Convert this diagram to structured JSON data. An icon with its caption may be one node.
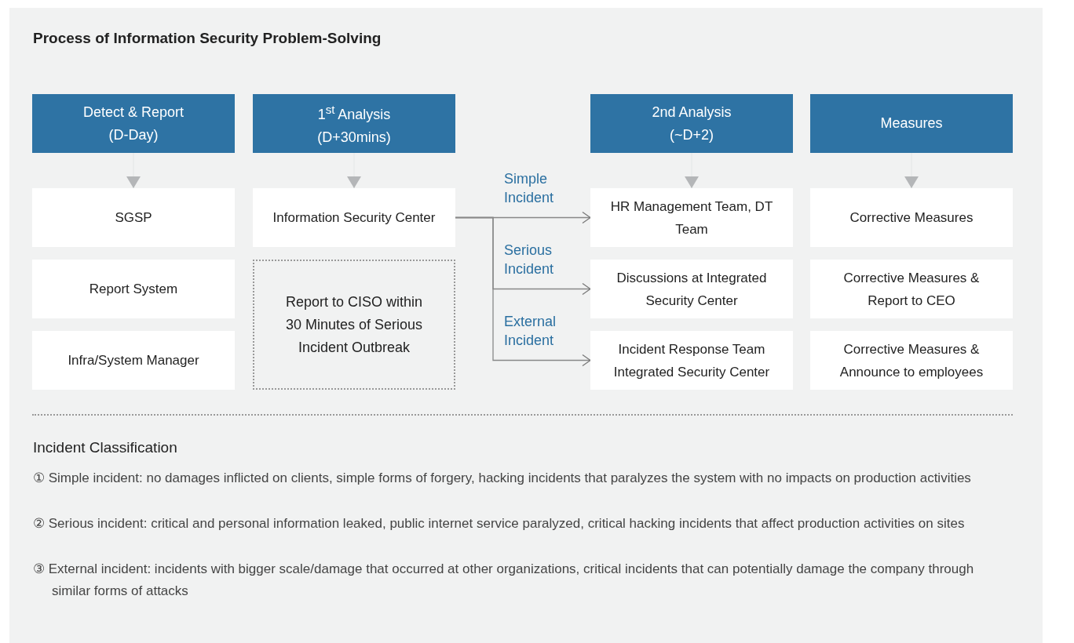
{
  "diagram": {
    "title": "Process of Information Security Problem-Solving",
    "nodes": [
      {
        "text": [
          "Detect & Report (D-Day)"
        ]
      },
      {
        "text": [
          "1$^{st}$ Analysis (D+30mins)"
        ]
      },
      {
        "text": [
          "2nd Analysis (~D+2)"
        ]
      },
      {
        "text": [
          "Measures"
        ]
      },
      {
        "text": [
          "SGSP"
        ]
      },
      {
        "text": [
          "Information Security Center"
        ]
      },
      {
        "text": [
          "HR Management Team, DT Team"
        ]
      },
      {
        "text": [
          "Corrective Measures"
        ]
      },
      {
        "text": [
          "Report System"
        ]
      },
      {
        "text": [
          "Report to CISO within 30 Minutes of Serious Incident Outbreak"
        ]
      },
      {
        "text": [
          "Discussions at Integrated Security Center"
        ]
      },
      {
        "text": [
          "Corrective Measures & Report to CEO"
        ]
      },
      {
        "text": [
          "Infra/System Manager"
        ]
      },
      {
        "text": [
          "Incident Response Team Integrated Security Center"
        ]
      },
      {
        "text": [
          "Corrective Measures & Announce to employees"
        ]
      }
    ],
    "edges": [
      {
        "from": 0,
        "to": 4,
        "arrow": "to"
      },
      {
        "from": 1,
        "to": 5,
        "arrow": "to"
      },
      {
        "from": 2,
        "to": 6,
        "arrow": "to"
      },
      {
        "from": 3,
        "to": 7,
        "arrow": "to"
      },
      {
        "from": 5,
        "to": 6,
        "arrow": "to",
        "label": "Simple Incident"
      },
      {
        "from": 5,
        "to": 10,
        "arrow": "to",
        "label": "Serious Incident"
      },
      {
        "from": 5,
        "to": 13,
        "arrow": "to",
        "label": "External Incident"
      }
    ],
    "labels": [
      "Incident Classification",
      "① Simple incident: no damages inflicted on clients, simple forms of forgery, hacking incidents that paralyzes the system with no impacts on production activities",
      "② Serious incident: critical and personal information leaked, public internet service paralyzed, critical hacking incidents that affect production activities on sites",
      "③ External incident: incidents with bigger scale/damage that occurred at other organizations, critical incidents that can potentially damage the company through similar forms of attacks"
    ]
  }
}
